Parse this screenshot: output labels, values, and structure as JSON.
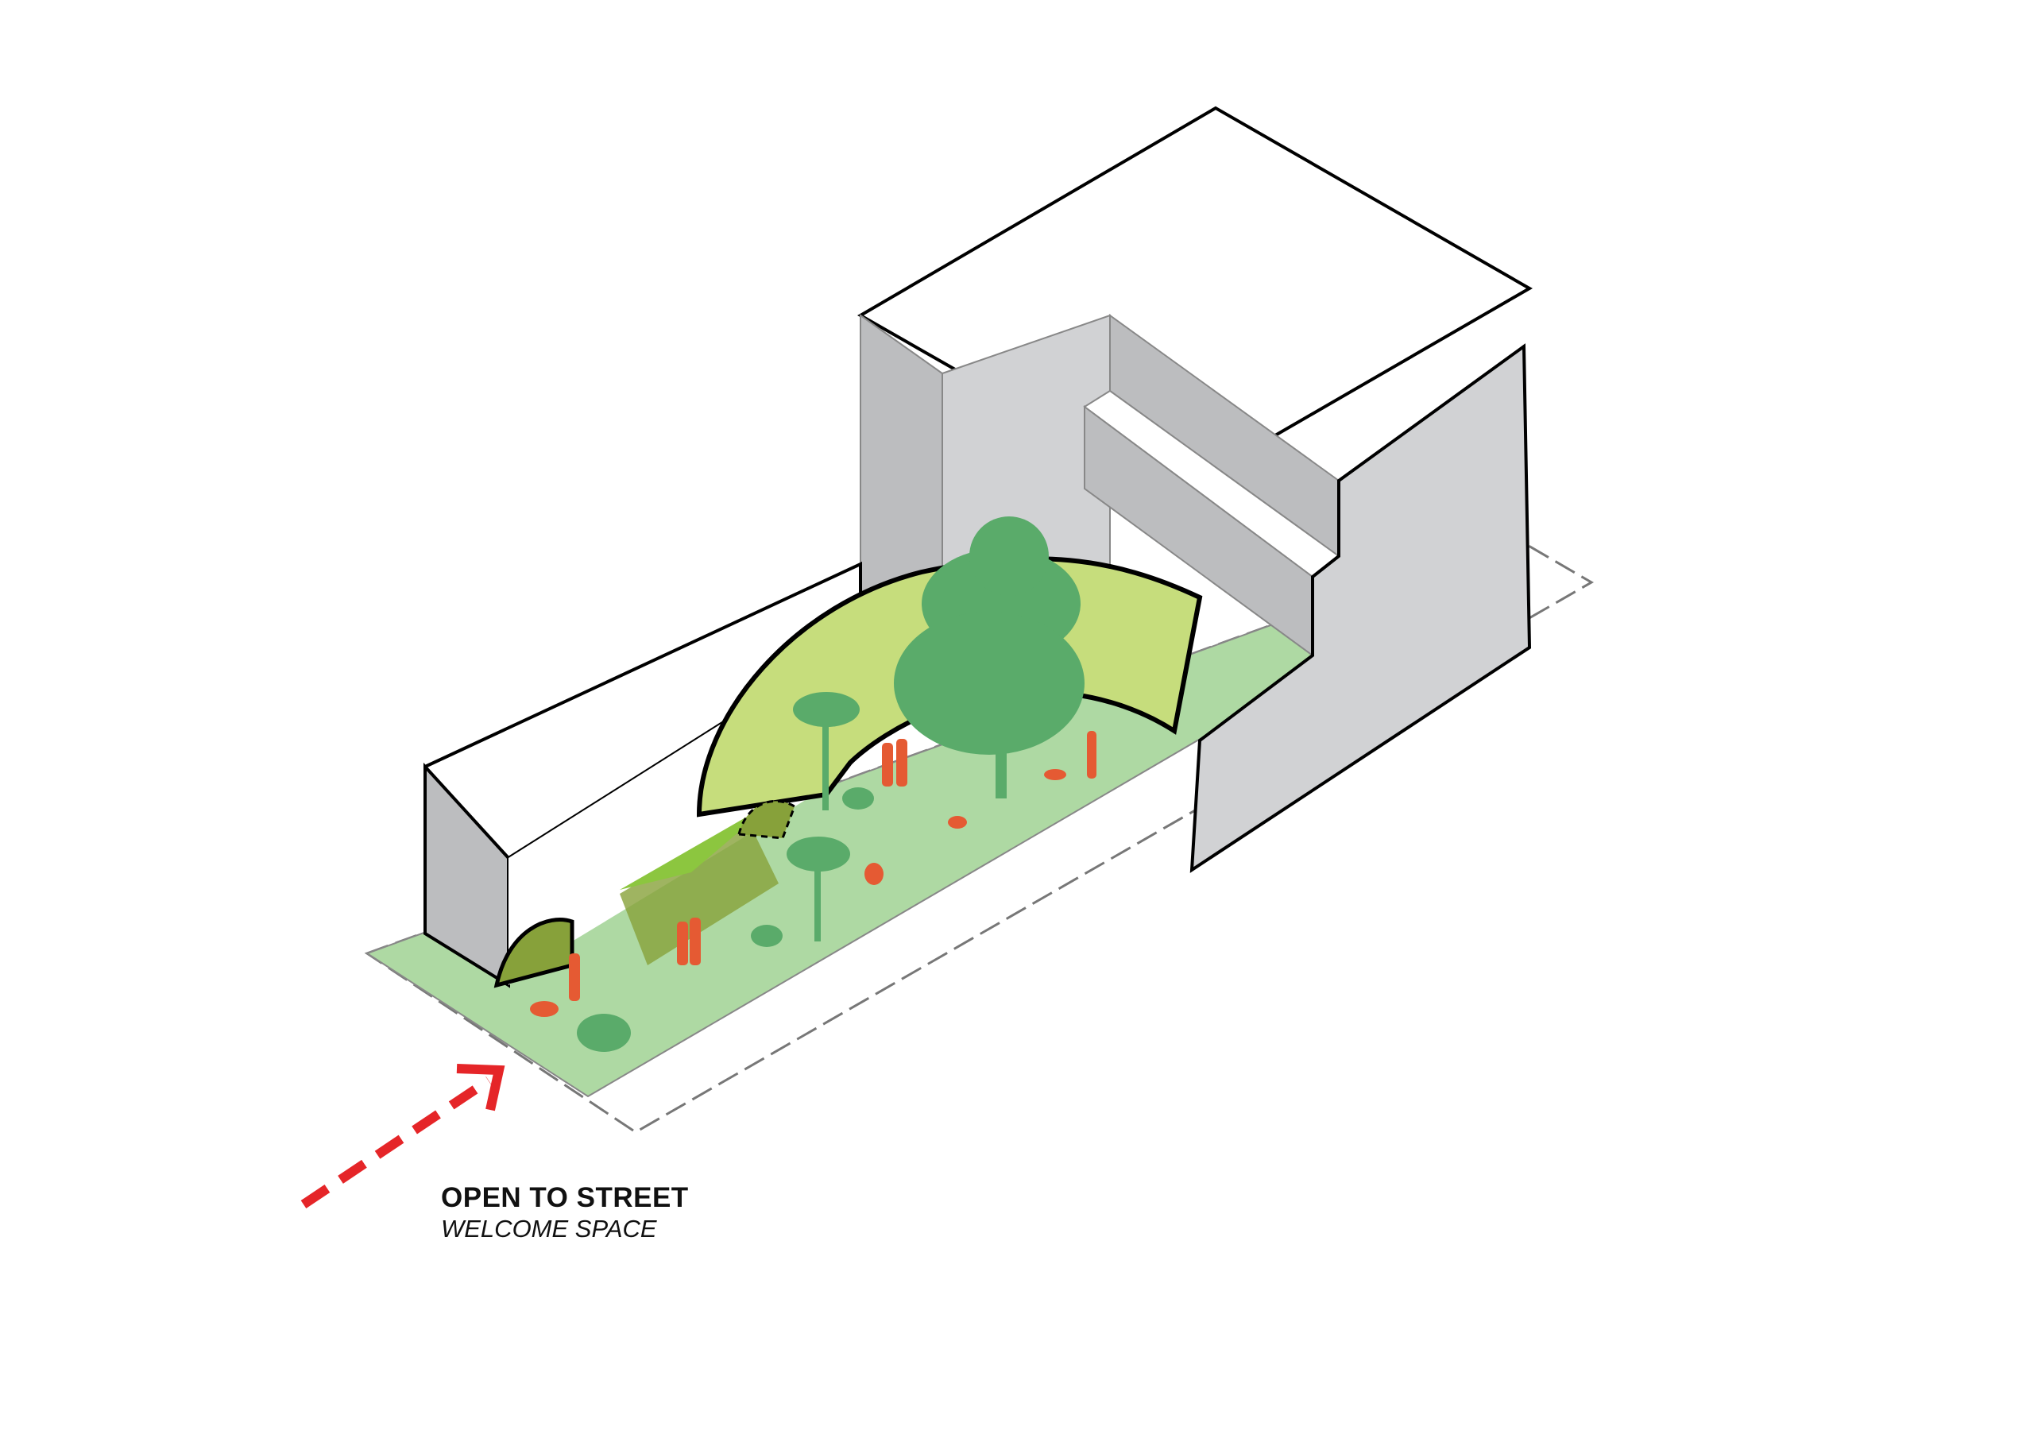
{
  "caption": {
    "title": "OPEN TO STREET",
    "subtitle": "WELCOME SPACE"
  },
  "colors": {
    "ground_green": "#aed9a3",
    "roof_green": "#c6dd7c",
    "tree_green": "#5aab6a",
    "arch_green": "#87a13a",
    "figure_red": "#e55a33",
    "arrow_red": "#e52528",
    "wall_light": "#d1d2d4",
    "wall_dark": "#bcbdbf"
  },
  "legend": {
    "arrow": "entry-direction-arrow"
  }
}
